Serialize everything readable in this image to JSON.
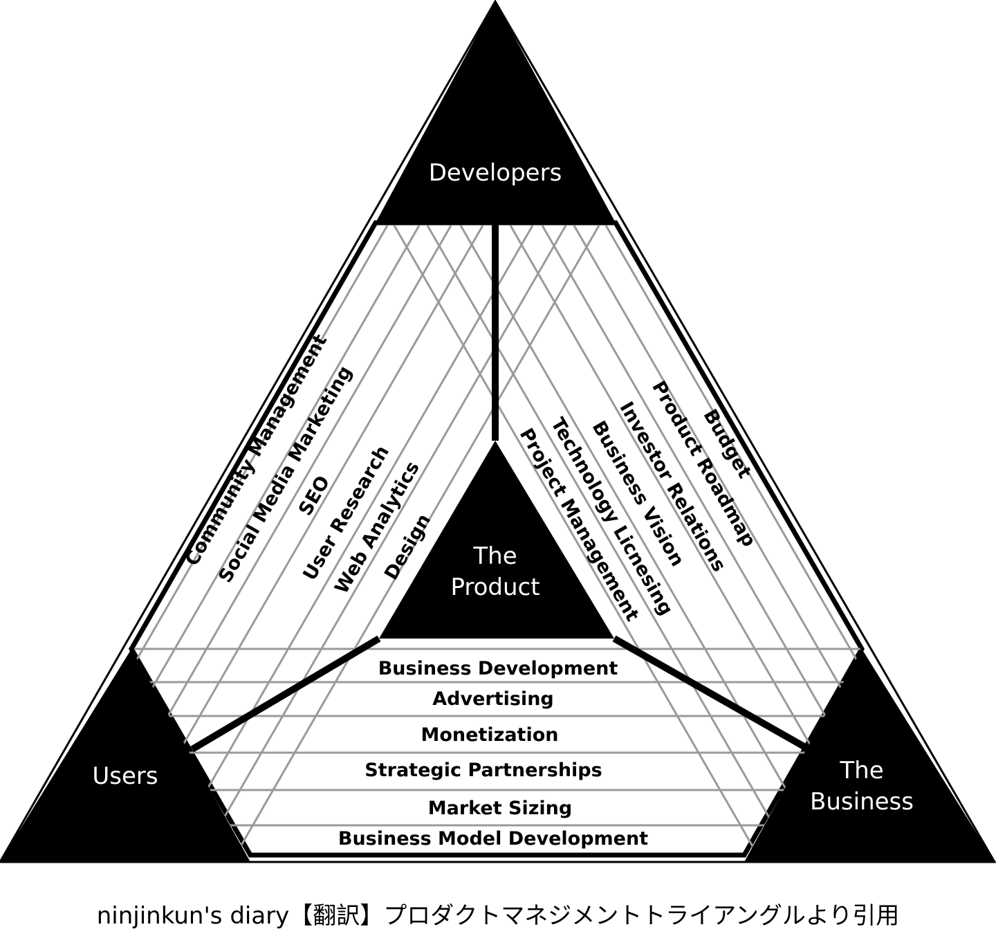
{
  "diagram": {
    "nodes": {
      "developers": "Developers",
      "users": "Users",
      "business": {
        "line1": "The",
        "line2": "Business"
      },
      "product": {
        "line1": "The",
        "line2": "Product"
      }
    },
    "users_developers_areas": [
      "Community Management",
      "Social Media Marketing",
      "SEO",
      "User Research",
      "Web Analytics",
      "Design"
    ],
    "developers_business_areas": [
      "Budget",
      "Product Roadmap",
      "Investor Relations",
      "Business Vision",
      "Technology Licnesing",
      "Project Management"
    ],
    "users_business_areas": [
      "Business Development",
      "Advertising",
      "Monetization",
      "Strategic Partnerships",
      "Market Sizing",
      "Business Model Development"
    ]
  },
  "caption": "ninjinkun's diary【翻訳】プロダクトマネジメントトライアングルより引用"
}
